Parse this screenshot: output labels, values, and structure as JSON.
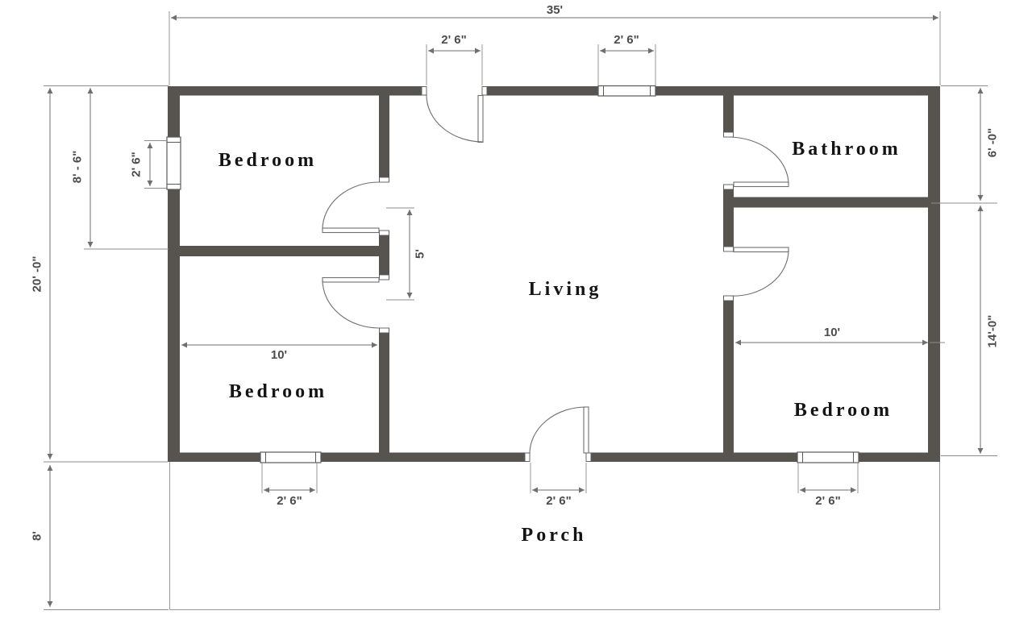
{
  "plan_type": "house floor plan",
  "colors": {
    "wall": "#57534f",
    "dimline": "#6f6f6f",
    "extline": "#8c8c8c",
    "dimtext": "#4c4c4c",
    "labeltext": "#141414",
    "winline": "#5a5a5a",
    "porchline": "#9a9a9a"
  },
  "rooms": {
    "bedroom_top_left": "Bedroom",
    "bedroom_bottom_left": "Bedroom",
    "bedroom_right": "Bedroom",
    "bathroom": "Bathroom",
    "living": "Living",
    "porch": "Porch"
  },
  "dimensions": {
    "overall_width": "35'",
    "overall_height": "20' -0\"",
    "bedroom_tl_height": "8' - 6\"",
    "window_left": "2' 6\"",
    "porch_depth": "8'",
    "door_top": "2' 6\"",
    "window_top": "2' 6\"",
    "hall_width": "5'",
    "bedroom_bl_width": "10'",
    "bedroom_r_width": "10'",
    "bathroom_height": "6' -0\"",
    "bedroom_r_height": "14'-0\"",
    "window_bottom_left": "2' 6\"",
    "door_front": "2' 6\"",
    "window_bottom_right": "2' 6\""
  }
}
